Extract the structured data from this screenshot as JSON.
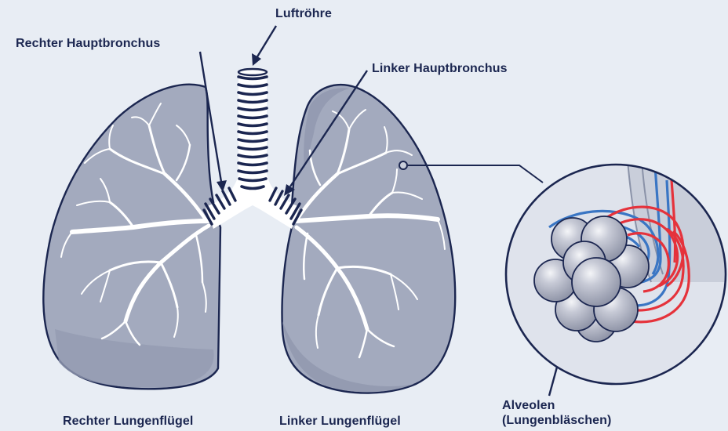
{
  "labels": {
    "trachea": "Luftröhre",
    "right_main_bronchus": "Rechter Hauptbronchus",
    "left_main_bronchus": "Linker Hauptbronchus",
    "right_lung": "Rechter Lungenflügel",
    "left_lung": "Linker Lungenflügel",
    "alveoli": "Alveolen",
    "alveoli_sub": "(Lungenbläschen)"
  },
  "colors": {
    "background": "#e8edf4",
    "lung_fill": "#a2a9bd",
    "lung_stroke": "#1b2650",
    "airway_white": "#ffffff",
    "cartilage_navy": "#1b2650",
    "artery_red": "#e5323b",
    "vein_blue": "#3a76c4",
    "alveolus_fill": "#a8adbd"
  }
}
